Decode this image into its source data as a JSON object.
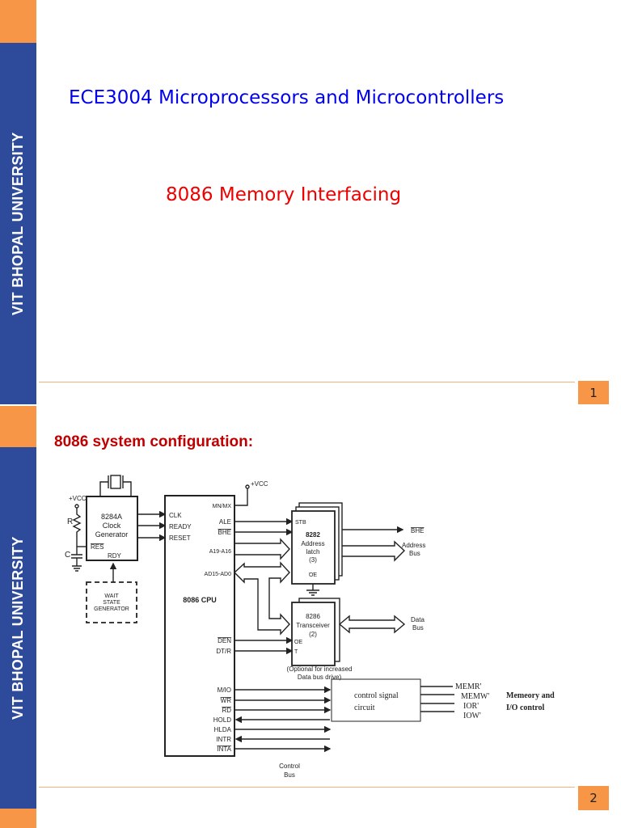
{
  "sidebar": {
    "label": "VIT BHOPAL UNIVERSITY"
  },
  "slide1": {
    "course_title": "ECE3004 Microprocessors and Microcontrollers",
    "subtitle": "8086 Memory Interfacing",
    "page_number": "1"
  },
  "slide2": {
    "heading": "8086 system configuration:",
    "page_number": "2",
    "diagram": {
      "vcc_left": "+VCC",
      "vcc_right": "+VCC",
      "resistor": "R",
      "capacitor": "C",
      "clock_gen": {
        "l1": "8284A",
        "l2": "Clock",
        "l3": "Generator",
        "res": "RES",
        "rdy": "RDY"
      },
      "wait_state": {
        "l1": "WAIT",
        "l2": "STATE",
        "l3": "GENERATOR"
      },
      "cpu": {
        "name": "8086 CPU",
        "clk": "CLK",
        "ready": "READY",
        "reset": "RESET",
        "mnmx": "MN/MX",
        "ale": "ALE",
        "bhe": "BHE",
        "addr": "A19-A16",
        "ad": "AD15-AD0",
        "den": "DEN",
        "dtr": "DT/R",
        "mio": "M/IO",
        "wr": "WR",
        "rd": "RD",
        "hold": "HOLD",
        "hlda": "HLDA",
        "intr": "INTR",
        "inta": "INTA"
      },
      "latch": {
        "stb": "STB",
        "l1": "8282",
        "l2": "Address",
        "l3": "latch",
        "l4": "(3)",
        "oe": "OE"
      },
      "transceiver": {
        "l1": "8286",
        "l2": "Transceiver",
        "l3": "(2)",
        "oe": "OE",
        "t": "T",
        "note1": "(Optional for increased",
        "note2": "Data bus drive)"
      },
      "outputs": {
        "bhe": "BHE",
        "addr1": "Address",
        "addr2": "Bus",
        "data1": "Data",
        "data2": "Bus"
      },
      "control_bus1": "Control",
      "control_bus2": "Bus",
      "control_circuit": {
        "l1": "control signal",
        "l2": "circuit"
      },
      "control_outputs": [
        "MEMR'",
        "MEMW'",
        "IOR'",
        "IOW'"
      ],
      "mem_io1": "Memeory and",
      "mem_io2": "I/O control"
    }
  }
}
